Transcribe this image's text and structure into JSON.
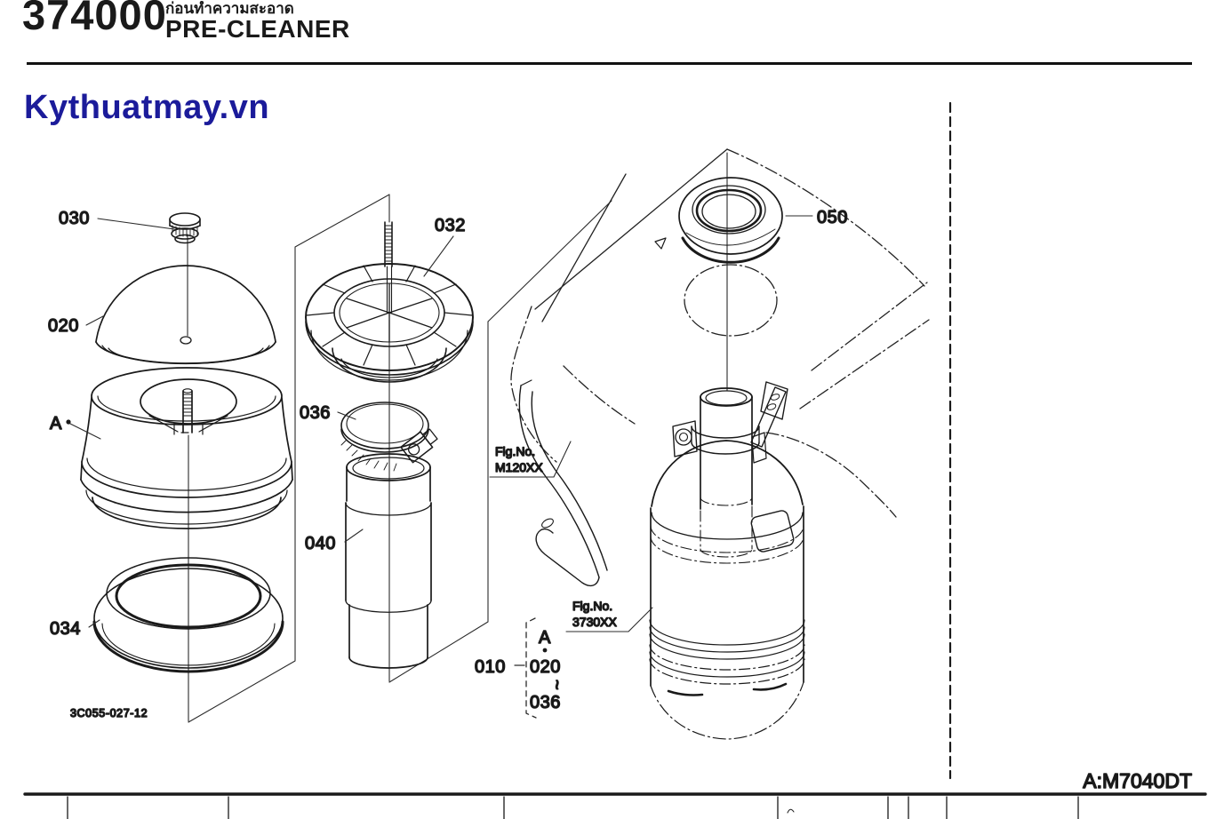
{
  "page": {
    "header": {
      "code": "374000",
      "title_thai": "ก่อนทำความสะอาด",
      "title_en": "PRE-CLEANER"
    },
    "watermark": "Kythuatmay.vn",
    "model_note": "A:M7040DT"
  },
  "diagram": {
    "drawing_code": "3C055-027-12",
    "callouts": {
      "knob": "030",
      "cover": "020",
      "element_mark": "A",
      "ring": "034",
      "rotor": "032",
      "clamp": "036",
      "pipe": "040",
      "grommet": "050"
    },
    "group": {
      "label": "010",
      "item_top_mark": "A",
      "item_start": "020",
      "range_tilde": "~",
      "item_end": "036"
    },
    "fig_refs": {
      "hood": {
        "prefix": "Fig.No.",
        "number": "M120XX"
      },
      "air_cleaner": {
        "prefix": "Fig.No.",
        "number": "3730XX"
      }
    }
  },
  "colors": {
    "ink": "#1a1a1a",
    "watermark_blue": "#1b1b9a",
    "background": "#ffffff"
  }
}
